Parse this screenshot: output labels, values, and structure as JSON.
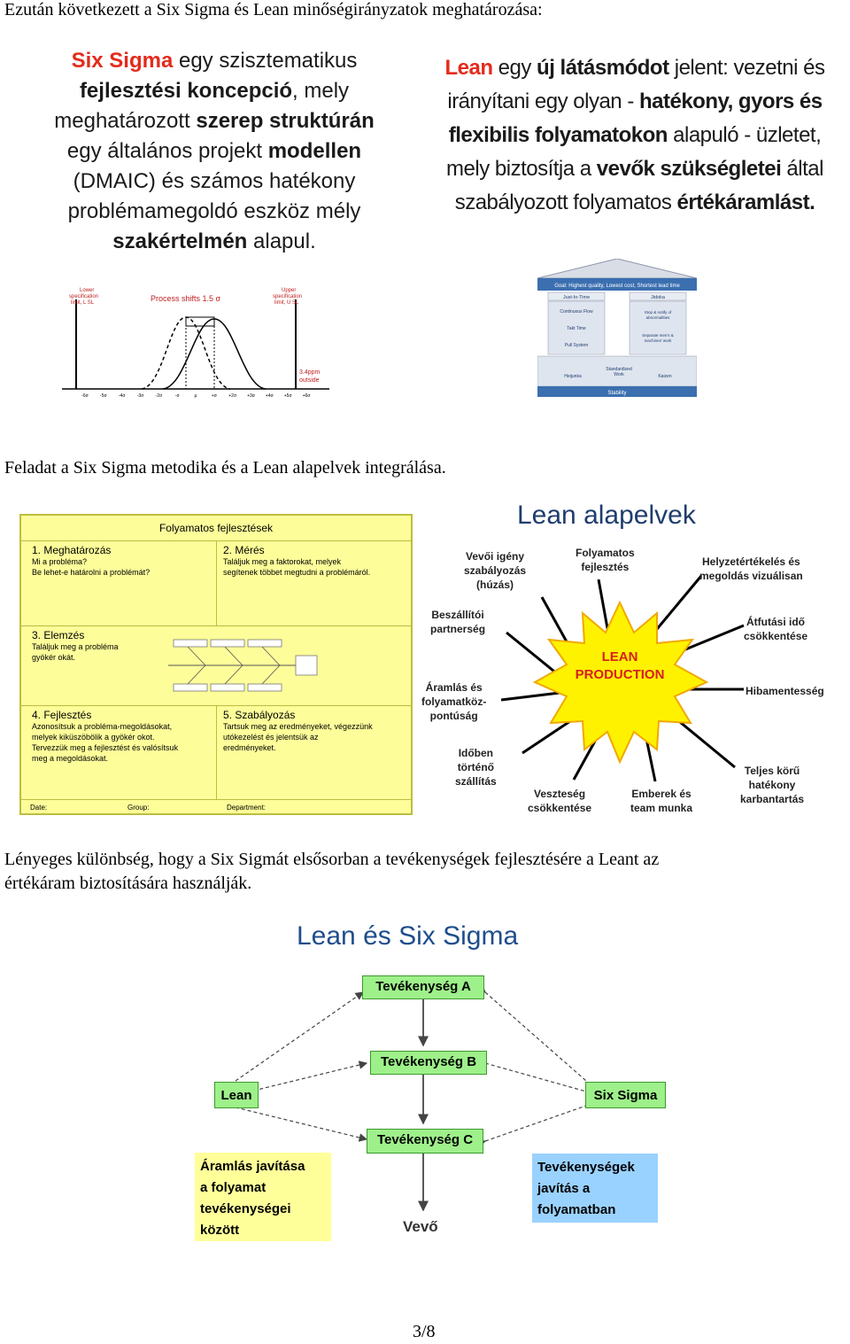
{
  "intro": "Ezután következett a Six Sigma és Lean minőségirányzatok meghatározása:",
  "six_sigma_def": {
    "l1a": "Six Sigma",
    "l1b": " egy szisztematikus",
    "l2a": "fejlesztési koncepció",
    "l2b": ", mely",
    "l3a": "meghatározott ",
    "l3b": "szerep struktúrán",
    "l4a": "egy általános projekt ",
    "l4b": "modellen",
    "l5": "(DMAIC) és számos hatékony",
    "l6": "problémamegoldó eszköz mély",
    "l7a": "szakértelmén",
    "l7b": " alapul."
  },
  "lean_def": {
    "l1a": "Lean",
    "l1b": " egy ",
    "l1c": "új látásmódot",
    "l1d": " jelent: vezetni és",
    "l2a": "irányítani  egy olyan  - ",
    "l2b": "hatékony, gyors és",
    "l3a": "flexibilis folyamatokon",
    "l3b": " alapuló - üzletet,",
    "l4a": "mely biztosítja a ",
    "l4b": "vevők szükségletei",
    "l4c": " által",
    "l5a": "szabályozott folyamatos ",
    "l5b": "értékáramlást."
  },
  "sigma_chart": {
    "lsl": "Lower\nspecification\nlimit, L SL",
    "usl": "Upper\nspecification\nlimit, U SL",
    "shift": "Process shifts 1.5 σ",
    "ppm": "3.4ppm\noutside",
    "ticks": [
      "-6σ",
      "-5σ",
      "-4σ",
      "-3σ",
      "-2σ",
      "-σ",
      "μ",
      "+σ",
      "+2σ",
      "+3σ",
      "+4σ",
      "+5σ",
      "+6σ"
    ]
  },
  "lean_house": {
    "goal": "Goal: Highest quality, Lowest cost, Shortest lead time",
    "jit": "Just-In-Time",
    "jidoka": "Jidoka",
    "left_items": [
      "Continuous Flow",
      "Takt Time",
      "Pull System"
    ],
    "right_items": [
      "Stop & notify of abnormalities",
      "Separate men's & machines' work"
    ],
    "base": [
      "Heijunka",
      "Standardized Work",
      "Kaizen"
    ],
    "stability": "Stability"
  },
  "task": "Feladat a Six Sigma metodika és a Lean alapelvek integrálása.",
  "process_card": {
    "header": "Folyamatos fejlesztések",
    "c1_title": "1. Meghatározás",
    "c1_body": "Mi a probléma?\nBe lehet-e határolni a problémát?",
    "c2_title": "2. Mérés",
    "c2_body": "Találjuk meg a faktorokat, melyek\nsegítenek többet megtudni a problémáról.",
    "c3_title": "3. Elemzés",
    "c3_body": "Találjuk meg a probléma\ngyökér okát.",
    "c4_title": "4. Fejlesztés",
    "c4_body": "Azonosítsuk a probléma-megoldásokat,\nmelyek kiküszöbölik a gyökér okot.\nTervezzük meg a fejlesztést és valósítsuk\nmeg a megoldásokat.",
    "c5_title": "5. Szabályozás",
    "c5_body": "Tartsuk meg az eredményeket, végezzünk\nutókezelést és jelentsük az\neredményeket.",
    "date": "Date:",
    "group": "Group:",
    "department": "Department:"
  },
  "lean_principles": {
    "title": "Lean alapelvek",
    "center": "LEAN\nPRODUCTION",
    "items": [
      "Vevői igény\nszabályozás\n(húzás)",
      "Folyamatos\nfejlesztés",
      "Helyzetértékelés és\nmegoldás vizuálisan",
      "Beszállítói\npartnerség",
      "Átfutási idő\ncsökkentése",
      "Áramlás és\nfolyamatköz-\npontúság",
      "Hibamentesség",
      "Időben\ntörténő\nszállítás",
      "Veszteség\ncsökkentése",
      "Emberek és\nteam munka",
      "Teljes körű\nhatékony\nkarbantartás"
    ]
  },
  "difference_l1": "Lényeges különbség, hogy a Six Sigmát elsősorban a tevékenységek fejlesztésére a Leant az",
  "difference_l2": "értékáram biztosítására használják.",
  "lean_six_sigma": {
    "title": "Lean és Six Sigma",
    "act_a": "Tevékenység A",
    "act_b": "Tevékenység B",
    "act_c": "Tevékenység C",
    "lean": "Lean",
    "six_sigma": "Six Sigma",
    "lean_desc": "Áramlás javítása\na folyamat\ntevékenységei\nközött",
    "ss_desc": "Tevékenységek\njavítás a\nfolyamatban",
    "customer": "Vevő"
  },
  "page_number": "3/8"
}
